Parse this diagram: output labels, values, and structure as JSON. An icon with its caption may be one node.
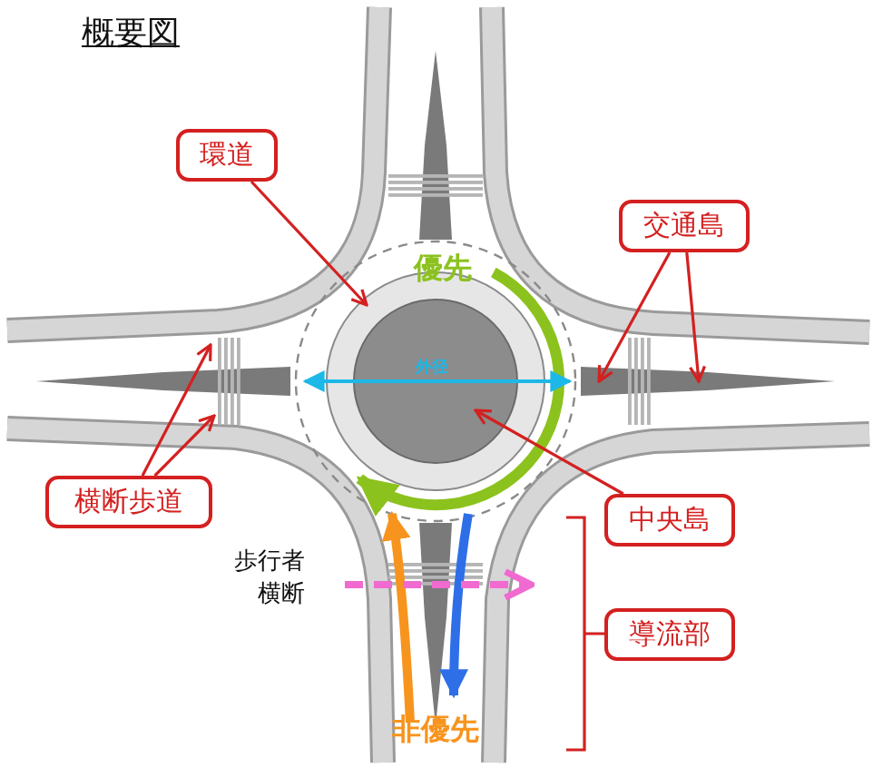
{
  "diagram": {
    "title": "概要図",
    "nodes": [
      {
        "text": [
          "環道"
        ]
      },
      {
        "text": [
          "交通島"
        ]
      },
      {
        "text": [
          "横断歩道"
        ]
      },
      {
        "text": [
          "中央島"
        ]
      },
      {
        "text": [
          "導流部"
        ]
      }
    ],
    "edges": [
      {
        "from": 0,
        "to": null,
        "arrow": "to"
      },
      {
        "from": 1,
        "to": null,
        "arrow": "to"
      },
      {
        "from": 1,
        "to": null,
        "arrow": "to"
      },
      {
        "from": 2,
        "to": null,
        "arrow": "to"
      },
      {
        "from": 2,
        "to": null,
        "arrow": "to"
      },
      {
        "from": 3,
        "to": null,
        "arrow": "to"
      }
    ],
    "labels": [
      "優先",
      "外径",
      "歩行者横断",
      "非優先"
    ]
  }
}
